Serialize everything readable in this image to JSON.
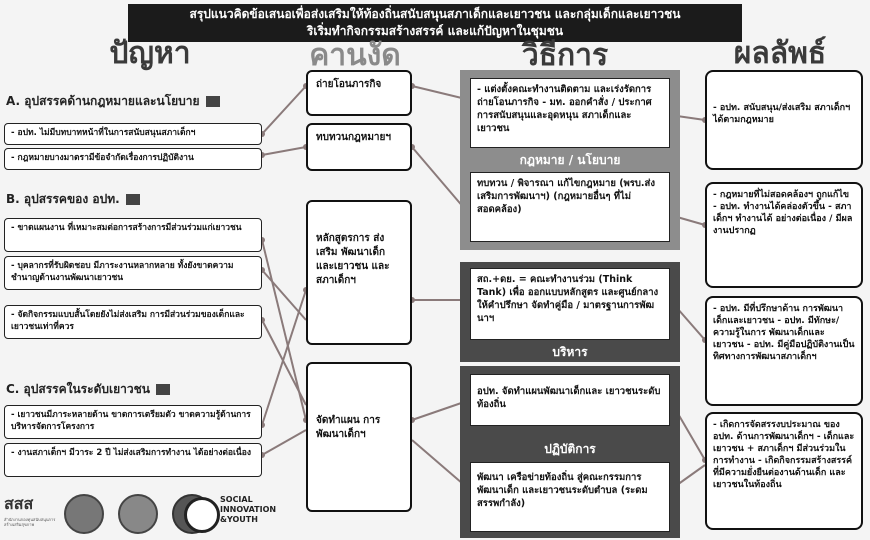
{
  "banner": {
    "line1": "สรุปแนวคิดข้อเสนอเพื่อส่งเสริมให้ท้องถิ่นสนับสนุนสภาเด็กและเยาวชน และกลุ่มเด็กและเยาวชน",
    "line2": "ริเริ่มทำกิจกรรมสร้างสรรค์ และแก้ปัญหาในชุมชน"
  },
  "columns": {
    "problems": "ปัญหา",
    "actions": "คานงัด",
    "methods": "วิธีการ",
    "results": "ผลลัพธ์"
  },
  "problems": {
    "a": {
      "title": "A. อุปสรรคด้านกฎหมายและนโยบาย",
      "items": [
        "- อปท. ไม่มีบทบาทหน้าที่ในการสนับสนุนสภาเด็กฯ",
        "- กฎหมายบางมาตรามีข้อจำกัดเรื่องการปฏิบัติงาน"
      ]
    },
    "b": {
      "title": "B. อุปสรรคของ อปท.",
      "items": [
        "- ขาดแผนงาน ที่เหมาะสมต่อการสร้างการมีส่วนร่วมแก่เยาวชน",
        "- บุคลากรที่รับผิดชอบ มีภาระงานหลากหลาย ทั้งยังขาดความชำนาญด้านงานพัฒนาเยาวชน",
        "- จัดกิจกรรมแบบสั้นโดยยังไม่ส่งเสริม การมีส่วนร่วมของเด็กและเยาวชนเท่าที่ควร"
      ]
    },
    "c": {
      "title": "C. อุปสรรคในระดับเยาวชน",
      "items": [
        "- เยาวชนมีภาระหลายด้าน ขาดการเตรียมตัว ขาดความรู้ด้านการบริหารจัดการโครงการ",
        "- งานสภาเด็กฯ มีวาระ 2 ปี ไม่ส่งเสริมการทำงาน ได้อย่างต่อเนื่อง"
      ]
    }
  },
  "actions": [
    "ถ่ายโอนภารกิจ",
    "ทบทวนกฎหมายฯ",
    "หลักสูตรการ ส่งเสริม พัฒนาเด็ก และเยาวชน และสภาเด็กฯ",
    "จัดทำแผน การพัฒนาเด็กฯ"
  ],
  "methods": {
    "law_block_label": "กฎหมาย / นโยบาย",
    "law_items": [
      "- แต่งตั้งคณะทำงานติดตาม และเร่งรัดการถ่ายโอนภารกิจ - มท. ออกคำสั่ง / ประกาศ การสนับสนุนและอุดหนุน สภาเด็กและเยาวชน",
      "ทบทวน / พิจารณา แก้ไขกฎหมาย (พรบ.ส่งเสริมการพัฒนาฯ) (กฎหมายอื่นๆ ที่ไม่สอดคล้อง)"
    ],
    "admin_block_label": "บริหาร",
    "admin_item": "สถ.+ดย. = คณะทำงานร่วม (Think Tank) เพื่อ ออกแบบหลักสูตร และศูนย์กลางให้คำปรึกษา จัดทำคู่มือ / มาตรฐานการพัฒนาฯ",
    "practice_block_label": "ปฏิบัติการ",
    "practice_items": [
      "อปท. จัดทำแผนพัฒนาเด็กและ เยาวชนระดับท้องถิ่น",
      "พัฒนา เครือข่ายท้องถิ่น สู่คณะกรรมการพัฒนาเด็ก และเยาวชนระดับตำบล (ระดมสรรพกำลัง)"
    ]
  },
  "results": [
    "- อปท. สนับสนุน/ส่งเสริม สภาเด็กฯ ได้ตามกฎหมาย",
    "- กฎหมายที่ไม่สอดคล้องฯ ถูกแก้ไข - อปท. ทำงานได้คล่องตัวขึ้น - สภาเด็กฯ ทำงานได้ อย่างต่อเนื่อง / มีผลงานปรากฏ",
    "- อปท. มีที่ปรึกษาด้าน การพัฒนาเด็กและเยาวชน - อปท. มีทักษะ/ความรู้ในการ พัฒนาเด็กและเยาวชน - อปท. มีคู่มือปฏิบัติงานเป็น ทิศทางการพัฒนาสภาเด็กฯ",
    "- เกิดการจัดสรรงบประมาณ ของ อปท. ด้านการพัฒนาเด็กฯ - เด็กและเยาวชน + สภาเด็กฯ มีส่วนร่วมในการทำงาน - เกิดกิจกรรมสร้างสรรค์ ที่มีความยั่งยืนต่องานด้านเด็ก และเยาวชนในท้องถิ่น"
  ],
  "logos": {
    "sss": "สสส",
    "sss_sub": "สำนักงานกองทุนสนับสนุนการสร้างเสริมสุขภาพ",
    "siy_line1": "SOCIAL",
    "siy_line2": "INNOVATION",
    "siy_line3": "&YOUTH"
  },
  "colors": {
    "banner": "#1b1b1b",
    "law_block": "#8d8d8d",
    "dark_block": "#4a4a4a",
    "lines": "#8a7a7a"
  }
}
